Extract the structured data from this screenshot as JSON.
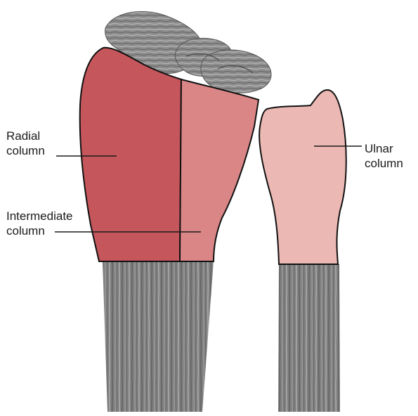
{
  "labels": {
    "radial": {
      "line1": "Radial",
      "line2": "column"
    },
    "intermediate": {
      "line1": "Intermediate",
      "line2": "column"
    },
    "ulnar": {
      "line1": "Ulnar",
      "line2": "column"
    }
  },
  "colors": {
    "radial_column": "#c4565c",
    "intermediate_column": "#db8686",
    "ulnar_column": "#ebb8b3",
    "bone_gray": "#7d7d7d",
    "outline": "#111111"
  }
}
